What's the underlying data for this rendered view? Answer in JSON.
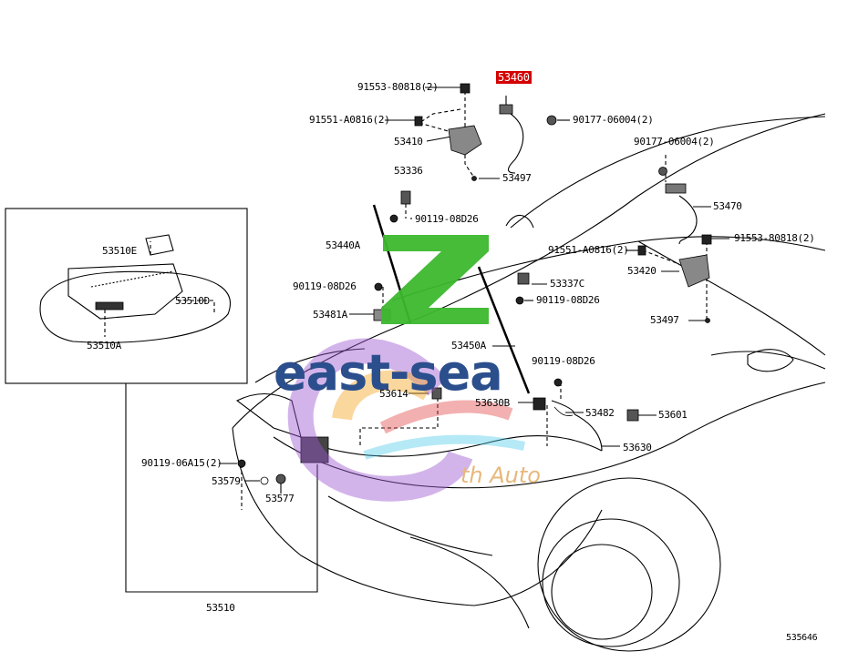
{
  "diagram": {
    "highlight_color": "#d40000",
    "labels": {
      "p53460": "53460",
      "p91553_top": "91553-80818(2)",
      "p91551_top": "91551-A0816(2)",
      "p90177_top": "90177-06004(2)",
      "p53410": "53410",
      "p53497_top": "53497",
      "p53336": "53336",
      "p90119_a": "90119-08D26",
      "p90177_right": "90177-06004(2)",
      "p53470": "53470",
      "p53440a": "53440A",
      "p91551_right": "91551-A0816(2)",
      "p91553_right": "91553-80818(2)",
      "p53420": "53420",
      "p53337c": "53337C",
      "p90119_b": "90119-08D26",
      "p90119_c": "90119-08D26",
      "p53481a": "53481A",
      "p53497_right": "53497",
      "p53450a": "53450A",
      "p90119_d": "90119-08D26",
      "p53614": "53614",
      "p53630b": "53630B",
      "p53482": "53482",
      "p53601": "53601",
      "p53630": "53630",
      "p90119_e": "90119-06A15(2)",
      "p53579": "53579",
      "p53577": "53577",
      "p53510": "53510",
      "p53510e": "53510E",
      "p53510d": "53510D",
      "p53510a": "53510A",
      "diagram_code": "535646"
    }
  },
  "watermark": {
    "logo_letter": "Z",
    "brand": "east-sea",
    "sub": "th Auto",
    "colors": {
      "green": "#3cb82e",
      "blue": "#2b4e8c",
      "red": "#e23a3a",
      "orange": "#f5a623",
      "purple": "#9b59d0",
      "cyan": "#46c8e8"
    }
  }
}
